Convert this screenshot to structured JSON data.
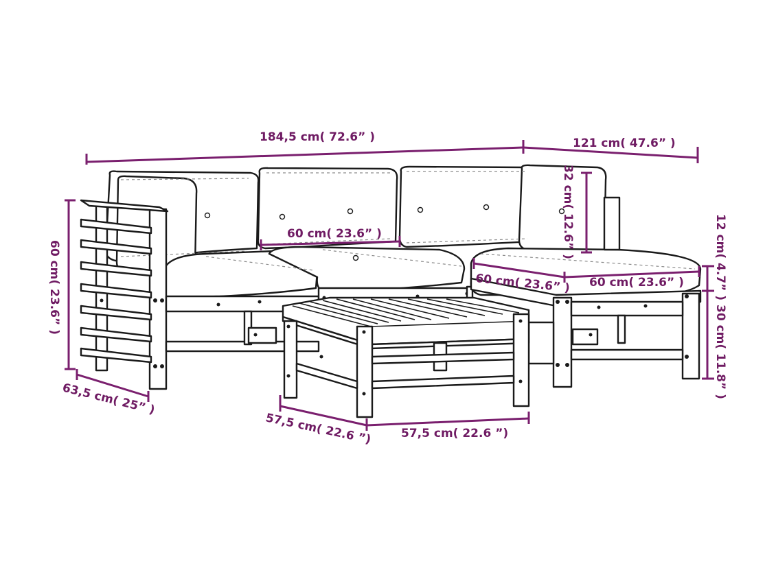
{
  "colors": {
    "dimension": "#7a1f6e",
    "outline": "#1a1a1a",
    "background": "#ffffff"
  },
  "dimensions": {
    "total_width": "184,5 cm( 72.6” )",
    "chaise_length": "121 cm( 47.6” )",
    "back_cushion_height": "32 cm( 12.6” )",
    "seat_cushion_width": "60 cm( 23.6” )",
    "total_height": "60 cm( 23.6” )",
    "cushion_thickness": "12 cm( 4.7” )",
    "seat_height": "30 cm( 11.8” )",
    "footstool_depth": "60 cm( 23.6” )",
    "footstool_width": "60 cm( 23.6” )",
    "corner_depth": "63,5 cm( 25” )",
    "table_depth": "57,5 cm( 22.6 ”)",
    "table_width": "57,5 cm( 22.6 ”)"
  }
}
